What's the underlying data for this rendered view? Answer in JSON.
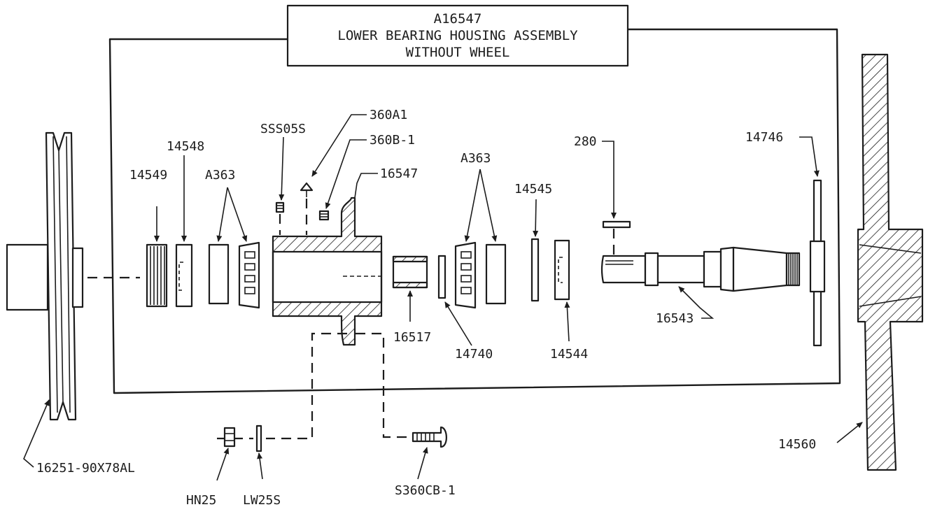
{
  "title_box": {
    "part_number": "A16547",
    "line1": "LOWER BEARING HOUSING ASSEMBLY",
    "line2": "WITHOUT WHEEL"
  },
  "labels": {
    "pulley": "16251-90X78AL",
    "p14549": "14549",
    "p14548": "14548",
    "a363_left": "A363",
    "sss05s": "SSS05S",
    "p360a1": "360A1",
    "p360b1": "360B-1",
    "p16547": "16547",
    "p16517": "16517",
    "p14740": "14740",
    "a363_right": "A363",
    "p14545": "14545",
    "p14544": "14544",
    "p280": "280",
    "p16543": "16543",
    "p14746": "14746",
    "p14560": "14560",
    "hn25": "HN25",
    "lw25s": "LW25S",
    "s360cb1": "S360CB-1"
  }
}
